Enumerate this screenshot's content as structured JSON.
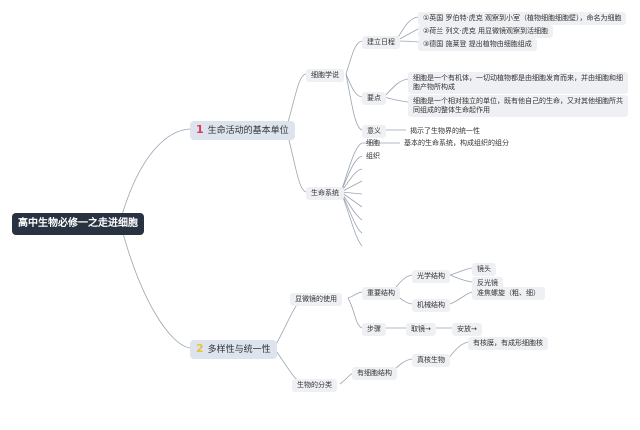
{
  "root": {
    "title": "高中生物必修一之走进细胞"
  },
  "branch1": {
    "number": "1",
    "title": "生命活动的基本单位",
    "cell_theory": {
      "label": "细胞学说",
      "history": {
        "label": "建立日程",
        "items": [
          "①英国 罗伯特·虎克 观察到小室（植物细胞细胞壁），命名为细胞",
          "②荷兰 列文·虎克 用显微镜观察到活细胞",
          "③德国 施莱登 提出植物由细胞组成"
        ]
      },
      "key_points": {
        "label": "要点",
        "items": [
          "细胞是一个有机体，一切动植物都是由细胞发育而来，并由细胞和细胞产物所构成",
          "细胞是一个相对独立的单位，既有他自己的生命，又对其他细胞所共同组成的整体生命起作用"
        ]
      },
      "meaning": {
        "label": "意义",
        "value": "揭示了生物界的统一性"
      }
    },
    "life_system": {
      "label": "生命系统",
      "cell": {
        "label": "细胞",
        "value": "基本的生命系统，构成组织的组分"
      },
      "tissue": {
        "label": "组织"
      }
    }
  },
  "branch2": {
    "number": "2",
    "title": "多样性与统一性",
    "microscope": {
      "label": "显微镜的使用",
      "structure": {
        "label": "重要结构",
        "optical": {
          "label": "光学结构",
          "items": [
            "镜头",
            "反光镜"
          ]
        },
        "mechanical": {
          "label": "机械结构",
          "items": [
            "准焦螺旋（粗、细）"
          ]
        }
      },
      "steps": {
        "label": "步骤",
        "items": [
          "取镜→",
          "安放→"
        ]
      }
    },
    "classification": {
      "label": "生物的分类",
      "cellular": {
        "label": "有细胞结构",
        "eukaryote": {
          "label": "真核生物",
          "value": "有核膜，有成形细胞核"
        }
      }
    }
  },
  "colors": {
    "root_bg": "#293241",
    "main_bg": "#dde4ee",
    "leaf_bg": "#eef0f3",
    "line": "#9aa4b1",
    "num1": "#d93a5a",
    "num2": "#e8c23a"
  }
}
